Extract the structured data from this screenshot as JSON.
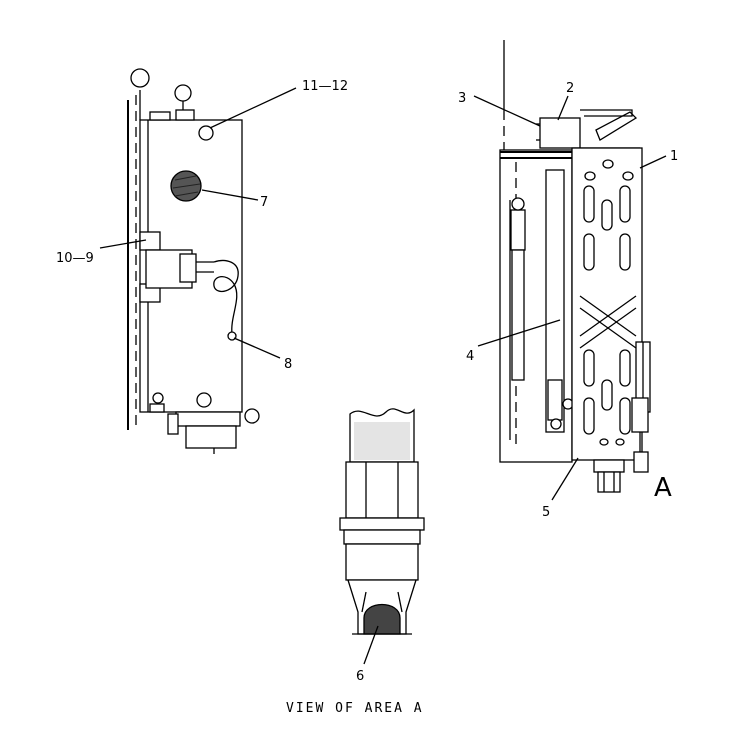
{
  "callouts": {
    "c1": "1",
    "c2": "2",
    "c3": "3",
    "c4": "4",
    "c5": "5",
    "c6": "6",
    "c7": "7",
    "c8": "8",
    "c10_9": "10—9",
    "c11_12": "11—12"
  },
  "area_letter": "A",
  "caption": "VIEW OF AREA A"
}
